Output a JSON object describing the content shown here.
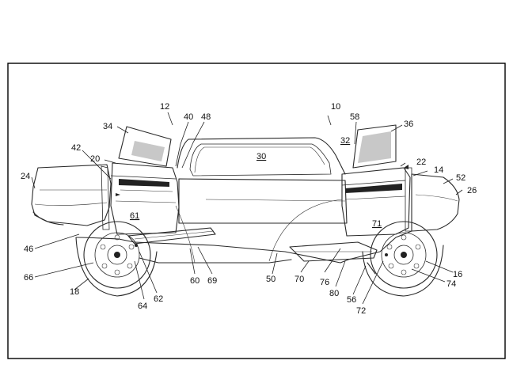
{
  "figure": {
    "reference_numerals": [
      {
        "id": "n12",
        "text": "12"
      },
      {
        "id": "n10",
        "text": "10"
      },
      {
        "id": "n34",
        "text": "34"
      },
      {
        "id": "n40",
        "text": "40"
      },
      {
        "id": "n48",
        "text": "48"
      },
      {
        "id": "n58",
        "text": "58"
      },
      {
        "id": "n36",
        "text": "36"
      },
      {
        "id": "n30",
        "text": "30",
        "underlined": true
      },
      {
        "id": "n32",
        "text": "32",
        "underlined": true
      },
      {
        "id": "n42",
        "text": "42"
      },
      {
        "id": "n20",
        "text": "20"
      },
      {
        "id": "n22",
        "text": "22"
      },
      {
        "id": "n14",
        "text": "14"
      },
      {
        "id": "n24",
        "text": "24"
      },
      {
        "id": "n52",
        "text": "52"
      },
      {
        "id": "n26",
        "text": "26"
      },
      {
        "id": "n61",
        "text": "61",
        "underlined": true
      },
      {
        "id": "n71",
        "text": "71",
        "underlined": true
      },
      {
        "id": "n46",
        "text": "46"
      },
      {
        "id": "n66",
        "text": "66"
      },
      {
        "id": "n18",
        "text": "18"
      },
      {
        "id": "n64",
        "text": "64"
      },
      {
        "id": "n62",
        "text": "62"
      },
      {
        "id": "n60",
        "text": "60"
      },
      {
        "id": "n69",
        "text": "69"
      },
      {
        "id": "n50",
        "text": "50"
      },
      {
        "id": "n70",
        "text": "70"
      },
      {
        "id": "n76",
        "text": "76"
      },
      {
        "id": "n80",
        "text": "80"
      },
      {
        "id": "n56",
        "text": "56"
      },
      {
        "id": "n72",
        "text": "72"
      },
      {
        "id": "n16",
        "text": "16"
      },
      {
        "id": "n74",
        "text": "74"
      }
    ]
  }
}
